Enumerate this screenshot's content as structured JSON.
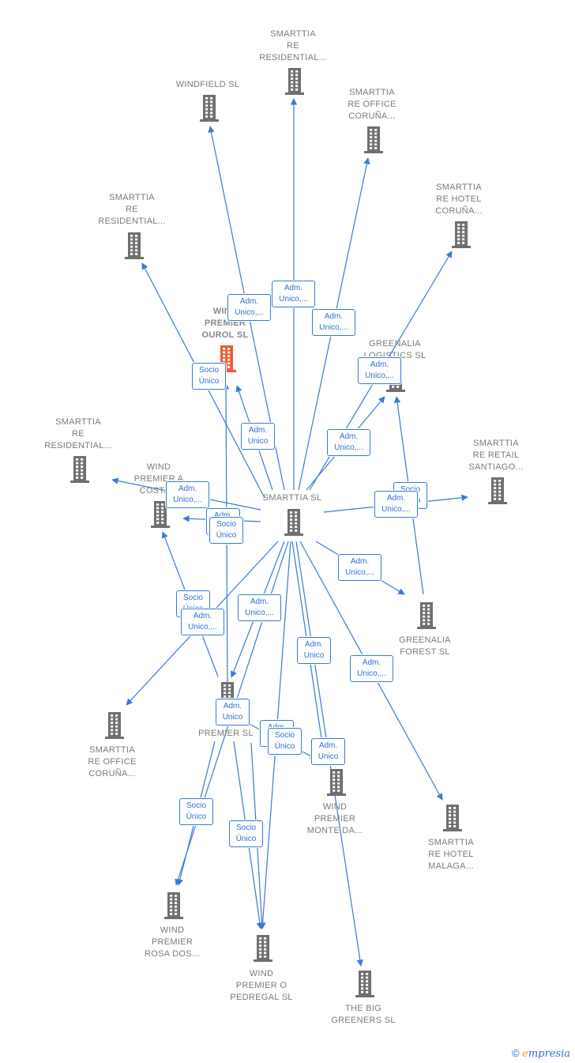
{
  "colors": {
    "edge": "#3a7ad5",
    "building": "#6f6f6f",
    "highlight": "#ee5a32"
  },
  "icon": "building-icon",
  "nodes": {
    "center": {
      "label": "SMARTTIA  SL"
    },
    "res_top": {
      "label": "SMARTTIA\nRE\nRESIDENTIAL..."
    },
    "windfield": {
      "label": "WINDFIELD  SL"
    },
    "office_top": {
      "label": "SMARTTIA\nRE OFFICE\nCORUÑA..."
    },
    "hotel_coruna": {
      "label": "SMARTTIA\nRE HOTEL\nCORUÑA..."
    },
    "res_left": {
      "label": "SMARTTIA\nRE\nRESIDENTIAL..."
    },
    "ourol": {
      "label": "WIND\nPREMIER\nOUROL  SL"
    },
    "logistics": {
      "label": "GREENALIA\nLOGISTICS  SL"
    },
    "res_left2": {
      "label": "SMARTTIA\nRE\nRESIDENTIAL..."
    },
    "costa": {
      "label": "WIND\nPREMIER A\nCOSTA..."
    },
    "retail": {
      "label": "SMARTTIA\nRE RETAIL\nSANTIAGO..."
    },
    "forest": {
      "label": "GREENALIA\nFOREST  SL"
    },
    "office_bottom": {
      "label": "SMARTTIA\nRE OFFICE\nCORUÑA..."
    },
    "g_premier": {
      "label": "G...\nPREMIER  SL"
    },
    "monte": {
      "label": "WIND\nPREMIER\nMONTE DA..."
    },
    "malaga": {
      "label": "SMARTTIA\nRE HOTEL\nMALAGA..."
    },
    "rosa": {
      "label": "WIND\nPREMIER\nROSA DOS..."
    },
    "pedregal": {
      "label": "WIND\nPREMIER O\nPEDREGAL  SL"
    },
    "greeners": {
      "label": "THE BIG\nGREENERS  SL"
    }
  },
  "badges": [
    {
      "id": "b1",
      "text": "Adm.\nUnico,..."
    },
    {
      "id": "b2",
      "text": "Adm.\nUnico,..."
    },
    {
      "id": "b3",
      "text": "Adm.\nUnico,..."
    },
    {
      "id": "b4",
      "text": "Adm.\nUnico,..."
    },
    {
      "id": "b5",
      "text": "Socio\nÚnico"
    },
    {
      "id": "b6",
      "text": "Adm.\nUnico"
    },
    {
      "id": "b7",
      "text": "Adm.\nUnico,..."
    },
    {
      "id": "b8",
      "text": "Adm.\nUnico,..."
    },
    {
      "id": "b9",
      "text": "Socio\nÚnico"
    },
    {
      "id": "b10",
      "text": "Adm.\nUnico,..."
    },
    {
      "id": "b11",
      "text": "Adm.\nUnico"
    },
    {
      "id": "b12",
      "text": "Socio\nÚnico"
    },
    {
      "id": "b13",
      "text": "Adm.\nUnico,..."
    },
    {
      "id": "b14",
      "text": "Socio\nÚnico"
    },
    {
      "id": "b15",
      "text": "Adm.\nUnico,..."
    },
    {
      "id": "b16",
      "text": "Adm.\nUnico,..."
    },
    {
      "id": "b17",
      "text": "Adm.\nUnico"
    },
    {
      "id": "b18",
      "text": "Adm.\nUnico,..."
    },
    {
      "id": "b19",
      "text": "Adm.\nUnico"
    },
    {
      "id": "b20",
      "text": "Adm.\nUnico"
    },
    {
      "id": "b21",
      "text": "Socio\nÚnico"
    },
    {
      "id": "b22",
      "text": "Adm.\nUnico"
    },
    {
      "id": "b23",
      "text": "Socio\nÚnico"
    },
    {
      "id": "b24",
      "text": "Socio\nÚnico"
    }
  ],
  "footer": {
    "copyright": "©",
    "brand_initial": "e",
    "brand_rest": "mpresia"
  }
}
